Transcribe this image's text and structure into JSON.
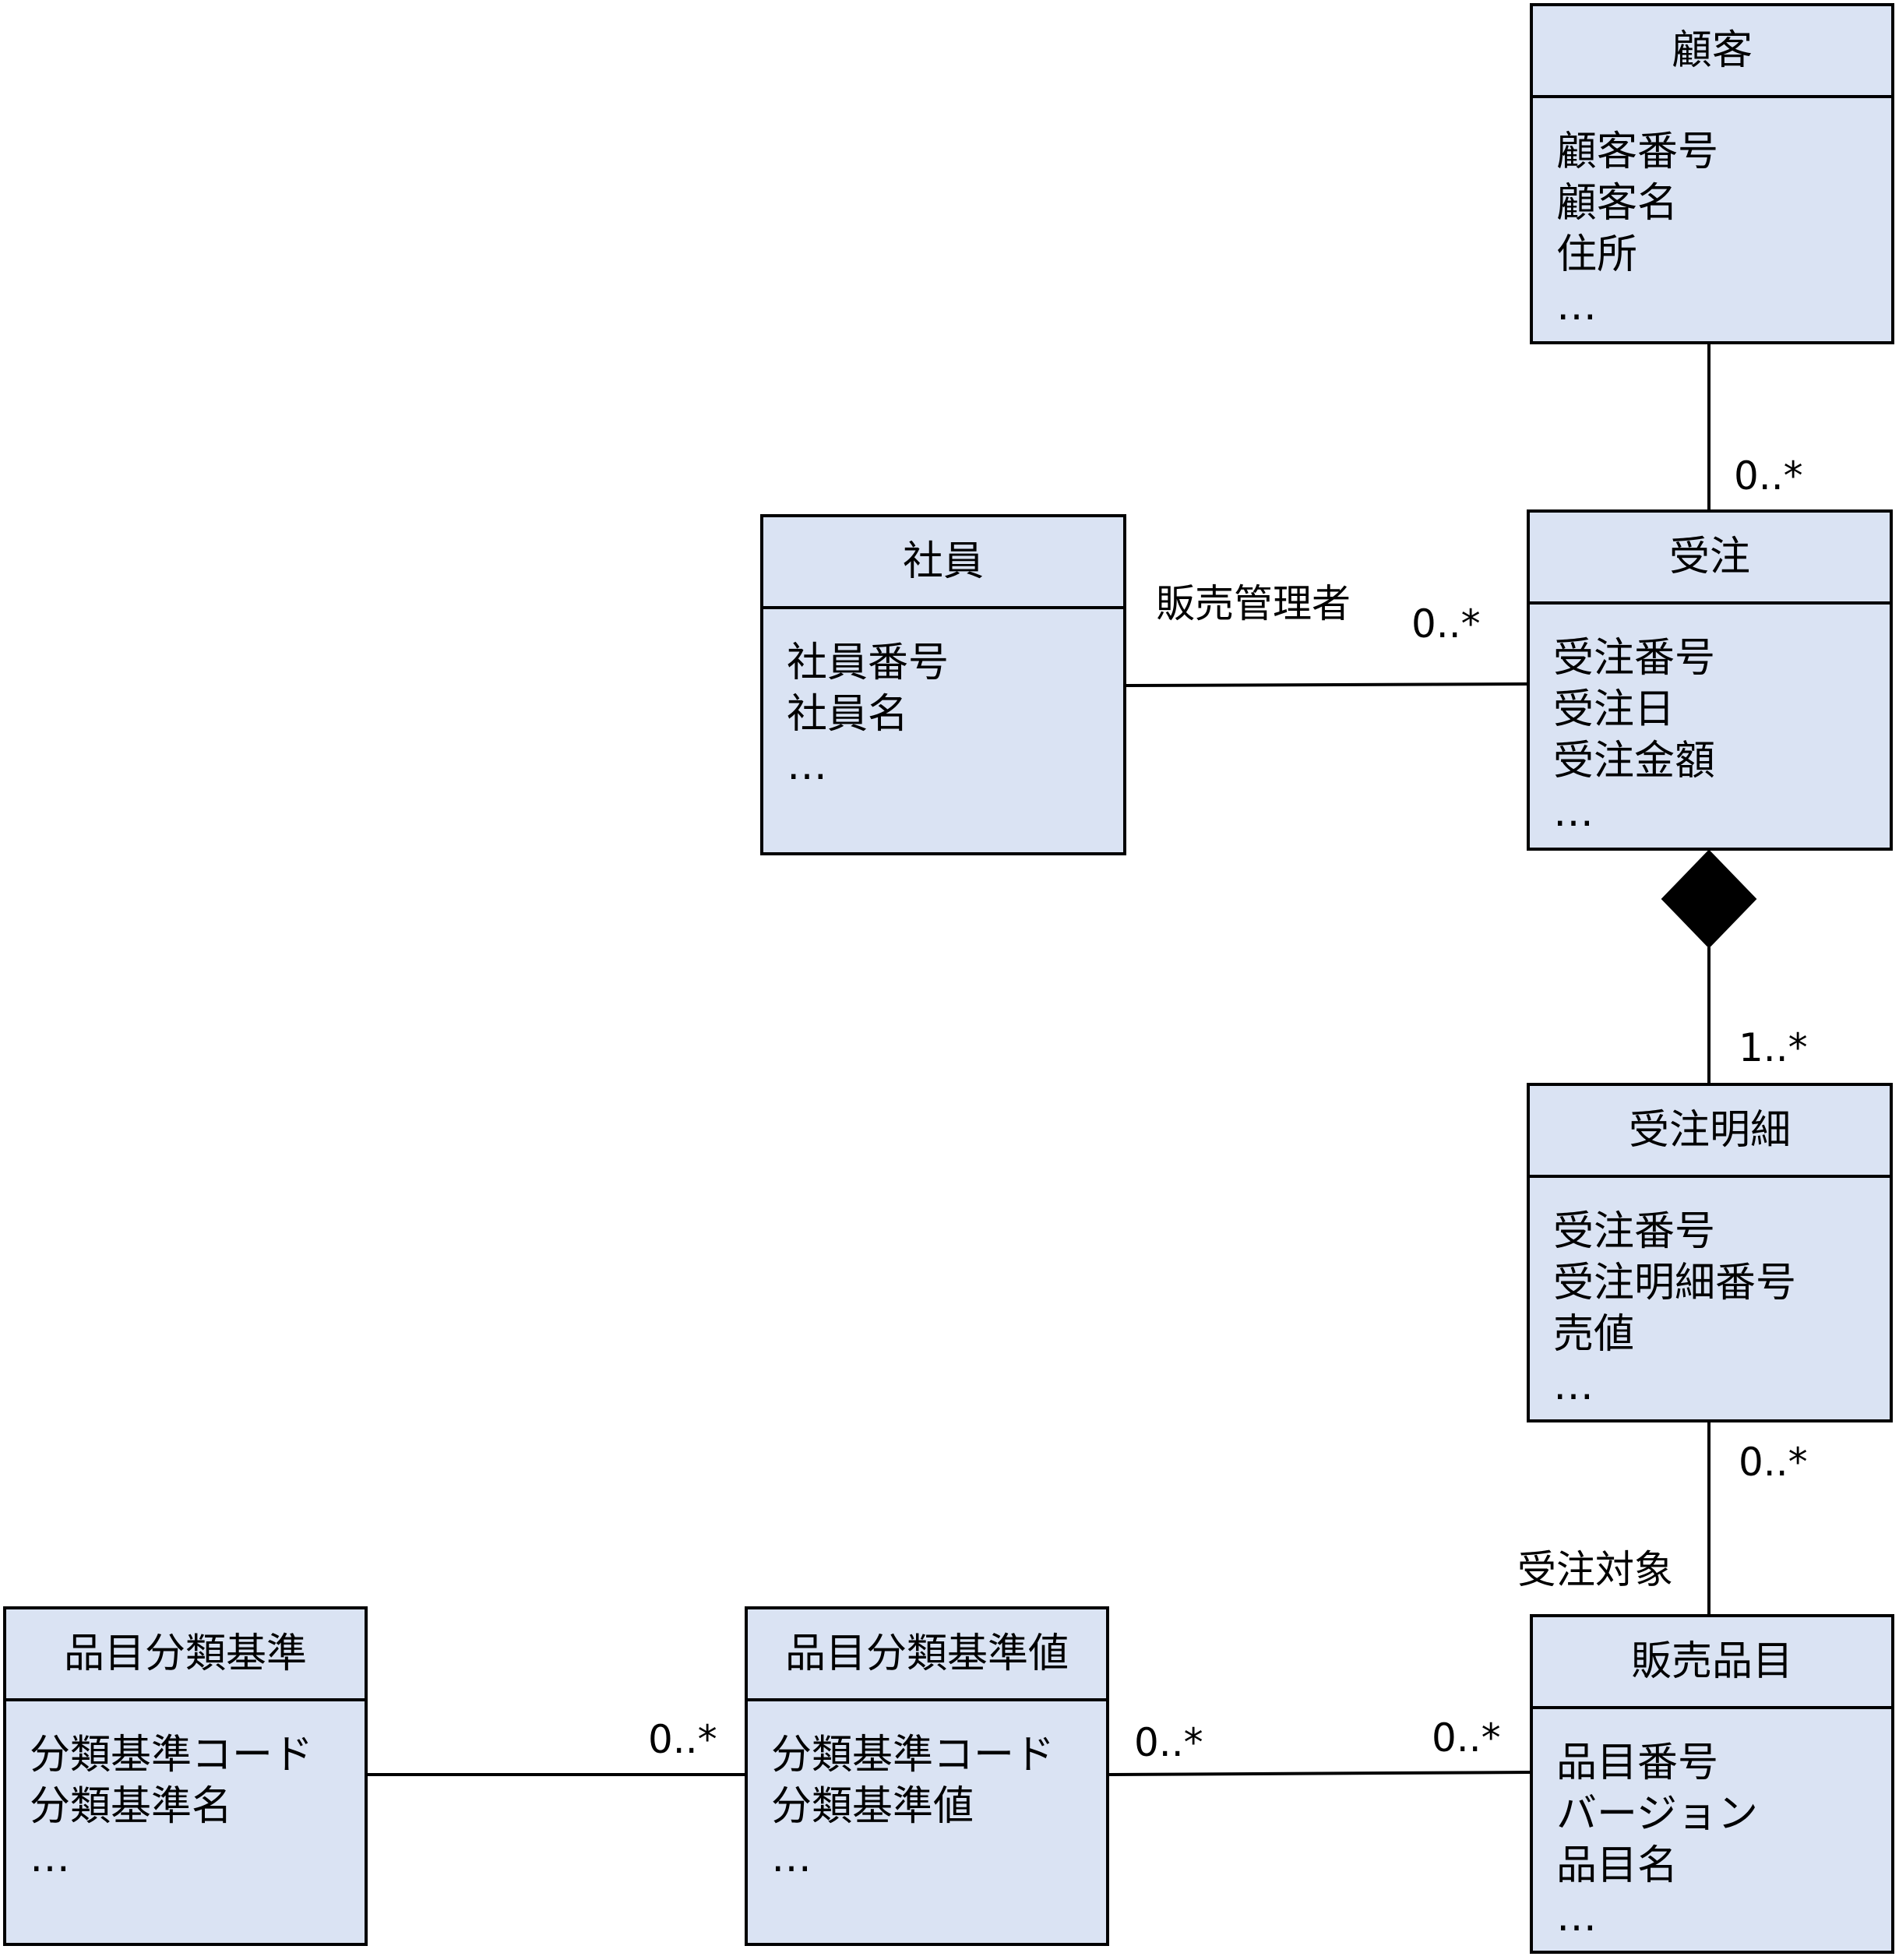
{
  "colors": {
    "class_fill": "#dae3f3",
    "stroke": "#000000",
    "background": "#ffffff"
  },
  "classes": {
    "customer": {
      "name": "顧客",
      "attributes": [
        "顧客番号",
        "顧客名",
        "住所",
        "…"
      ]
    },
    "employee": {
      "name": "社員",
      "attributes": [
        "社員番号",
        "社員名",
        "…"
      ]
    },
    "order": {
      "name": "受注",
      "attributes": [
        "受注番号",
        "受注日",
        "受注金額",
        "…"
      ]
    },
    "order_detail": {
      "name": "受注明細",
      "attributes": [
        "受注番号",
        "受注明細番号",
        "売値",
        "…"
      ]
    },
    "sales_item": {
      "name": "販売品目",
      "attributes": [
        "品目番号",
        "バージョン",
        "品目名",
        "…"
      ]
    },
    "category_value": {
      "name": "品目分類基準値",
      "attributes": [
        "分類基準コード",
        "分類基準値",
        "…"
      ]
    },
    "category": {
      "name": "品目分類基準",
      "attributes": [
        "分類基準コード",
        "分類基準名",
        "…"
      ]
    }
  },
  "associations": {
    "customer_order": {
      "multiplicity_order": "0..*"
    },
    "employee_order": {
      "role": "販売管理者",
      "multiplicity_order": "0..*"
    },
    "order_detail": {
      "kind": "composition",
      "multiplicity_detail": "1..*"
    },
    "detail_item": {
      "role": "受注対象",
      "multiplicity_detail": "0..*"
    },
    "value_item": {
      "multiplicity_value": "0..*",
      "multiplicity_item": "0..*"
    },
    "category_value": {
      "multiplicity_value": "0..*"
    }
  }
}
